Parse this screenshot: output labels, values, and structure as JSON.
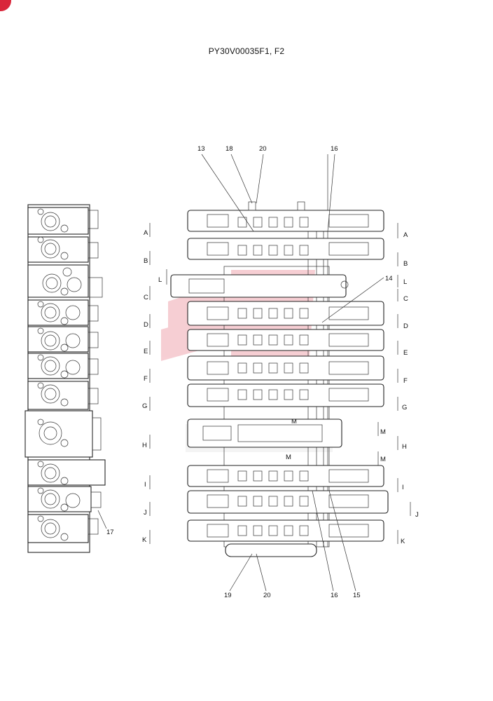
{
  "title": "PY30V00035F1, F2",
  "brand_color": "#d9263a",
  "section_labels_left": [
    "A",
    "B",
    "C",
    "D",
    "E",
    "F",
    "G",
    "H",
    "I",
    "J",
    "K",
    "L"
  ],
  "section_labels_right": [
    "A",
    "B",
    "L",
    "C",
    "D",
    "E",
    "F",
    "G",
    "M",
    "H",
    "M",
    "I",
    "J",
    "K"
  ],
  "m_label": "M",
  "callouts_top": [
    "13",
    "18",
    "20",
    "16"
  ],
  "callout_14": "14",
  "callout_17": "17",
  "callouts_bottom": [
    "19",
    "20",
    "16",
    "15"
  ]
}
